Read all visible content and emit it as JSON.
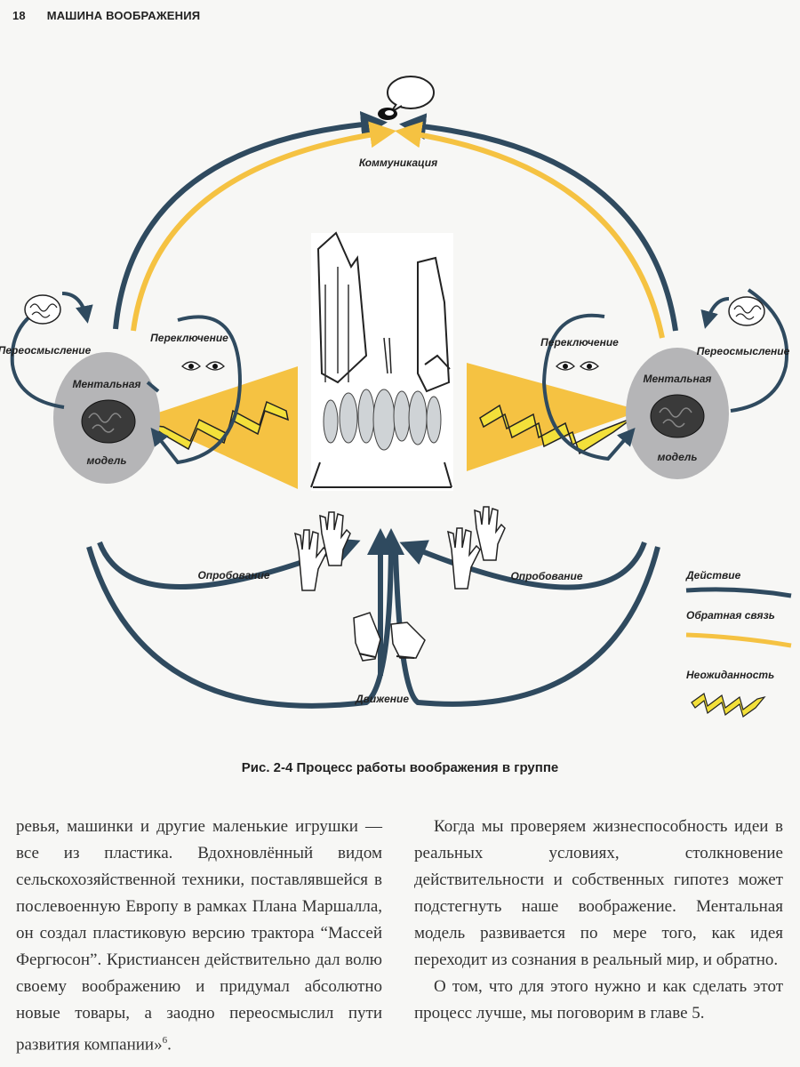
{
  "header": {
    "page_number": "18",
    "book_title": "МАШИНА ВООБРАЖЕНИЯ"
  },
  "figure": {
    "labels": {
      "communication": "Коммуникация",
      "rethinking_left": "Переосмысление",
      "rethinking_right": "Переосмысление",
      "switching_left": "Переключение",
      "switching_right": "Переключение",
      "mental_left_top": "Ментальная",
      "mental_left_bottom": "модель",
      "mental_right_top": "Ментальная",
      "mental_right_bottom": "модель",
      "trying_left": "Опробование",
      "trying_right": "Опробование",
      "movement": "Движение"
    },
    "legend": {
      "action": "Действие",
      "feedback": "Обратная связь",
      "surprise": "Неожиданность"
    },
    "colors": {
      "action": "#2f4a5f",
      "feedback": "#f5c242",
      "surprise": "#f3e03a",
      "model_disc": "#b5b5b7"
    },
    "caption": "Рис. 2-4 Процесс работы воображения в группе"
  },
  "body_text": {
    "left": "ревья, машинки и другие маленькие игрушки — все из пластика. Вдохновлённый видом сельскохозяйственной техники, поставлявшейся в послевоенную Европу в рамках Плана Маршалла, он создал пластиковую версию трактора “Массей Фергюсон”. Кристиансен действительно дал волю своему воображению и придумал абсолютно новые товары, а заодно переосмыслил пути развития компании»",
    "left_footnote": "6",
    "left_end": ".",
    "right_p1": "Когда мы проверяем жизнеспособность идеи в реальных условиях, столкновение действительности и собственных гипотез может подстегнуть наше воображение. Ментальная модель развивается по мере того, как идея переходит из сознания в реальный мир, и обратно.",
    "right_p2": "О том, что для этого нужно и как сделать этот процесс лучше, мы поговорим в главе 5."
  }
}
